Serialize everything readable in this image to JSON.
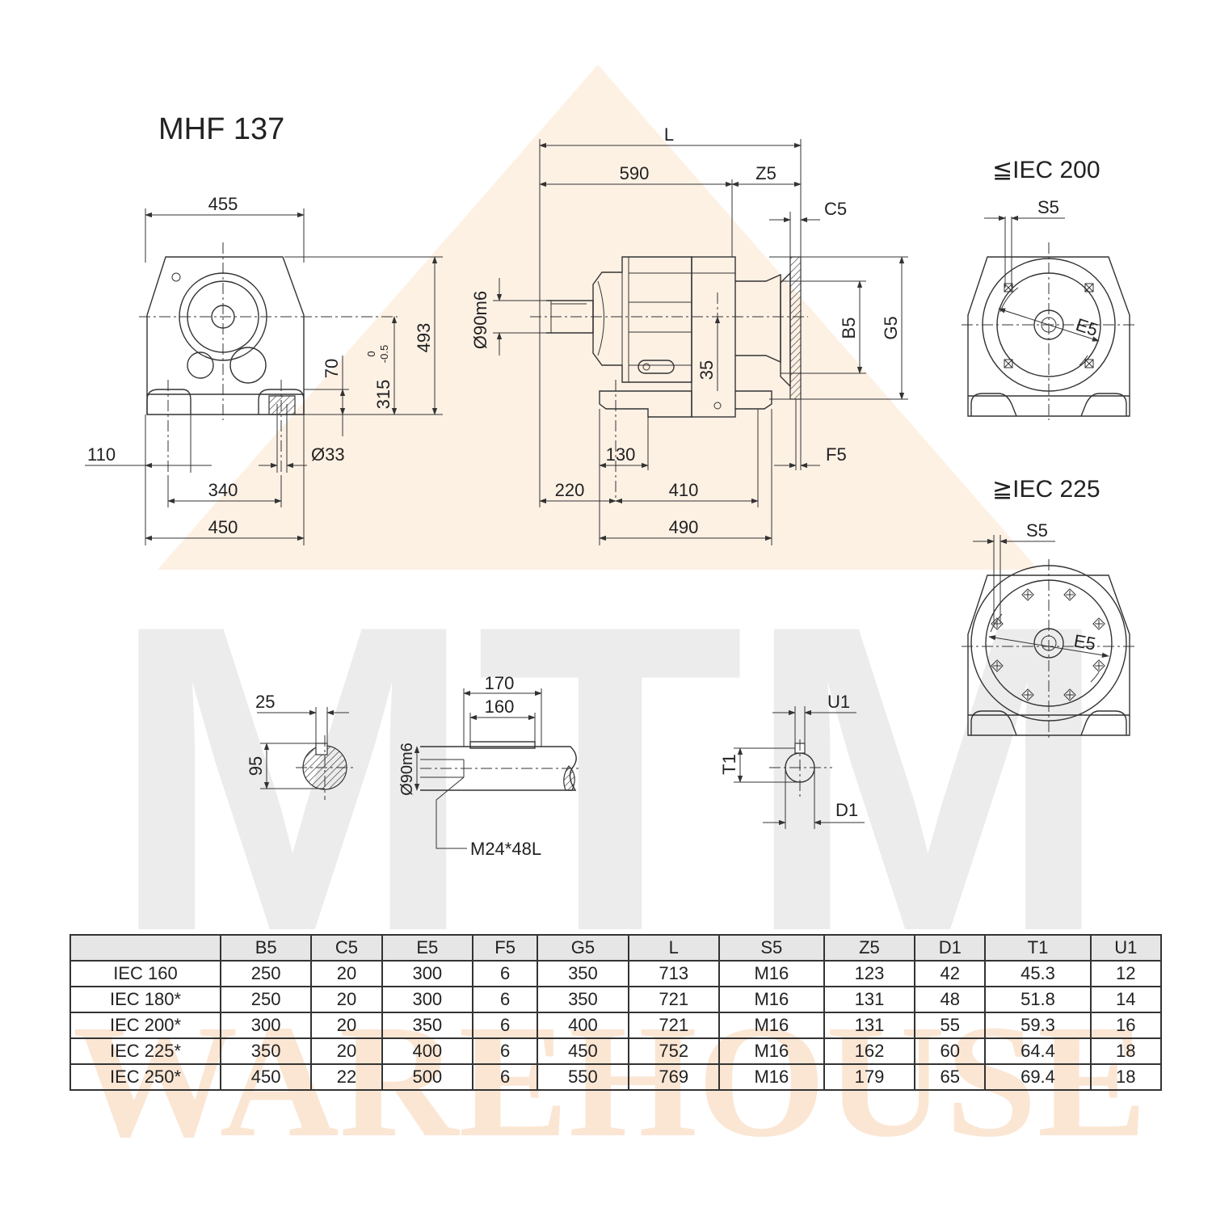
{
  "drawing": {
    "title": "MHF 137",
    "variant_small": "≦IEC 200",
    "variant_large": "≧IEC 225",
    "watermark_top": "MTM",
    "watermark_bottom": "WAREHOUSE"
  },
  "front_view": {
    "width_top": "455",
    "height_total": "493",
    "height_axis": "315",
    "tol_upper": "0",
    "tol_lower": "-0.5",
    "foot_height": "70",
    "hole_dia": "Ø33",
    "foot_offset": "110",
    "hole_spacing": "340",
    "base_width": "450"
  },
  "side_view": {
    "overall_length": "L",
    "body_length": "590",
    "z5": "Z5",
    "c5": "C5",
    "shaft_dia": "Ø90m6",
    "b5": "B5",
    "g5": "G5",
    "dim_35": "35",
    "dim_130": "130",
    "f5": "F5",
    "dim_220": "220",
    "dim_410": "410",
    "dim_490": "490"
  },
  "flange_views": {
    "s5": "S5",
    "e5": "E5"
  },
  "shaft_detail": {
    "key_width": "25",
    "key_height": "95",
    "len_170": "170",
    "len_160": "160",
    "shaft_dia": "Ø90m6",
    "thread": "M24*48L"
  },
  "bore_detail": {
    "u1": "U1",
    "t1": "T1",
    "d1": "D1"
  },
  "table": {
    "headers": [
      "",
      "B5",
      "C5",
      "E5",
      "F5",
      "G5",
      "L",
      "S5",
      "Z5",
      "D1",
      "T1",
      "U1"
    ],
    "rows": [
      [
        "IEC 160",
        "250",
        "20",
        "300",
        "6",
        "350",
        "713",
        "M16",
        "123",
        "42",
        "45.3",
        "12"
      ],
      [
        "IEC 180*",
        "250",
        "20",
        "300",
        "6",
        "350",
        "721",
        "M16",
        "131",
        "48",
        "51.8",
        "14"
      ],
      [
        "IEC 200*",
        "300",
        "20",
        "350",
        "6",
        "400",
        "721",
        "M16",
        "131",
        "55",
        "59.3",
        "16"
      ],
      [
        "IEC 225*",
        "350",
        "20",
        "400",
        "6",
        "450",
        "752",
        "M16",
        "162",
        "60",
        "64.4",
        "18"
      ],
      [
        "IEC 250*",
        "450",
        "22",
        "500",
        "6",
        "550",
        "769",
        "M16",
        "179",
        "65",
        "69.4",
        "18"
      ]
    ]
  }
}
